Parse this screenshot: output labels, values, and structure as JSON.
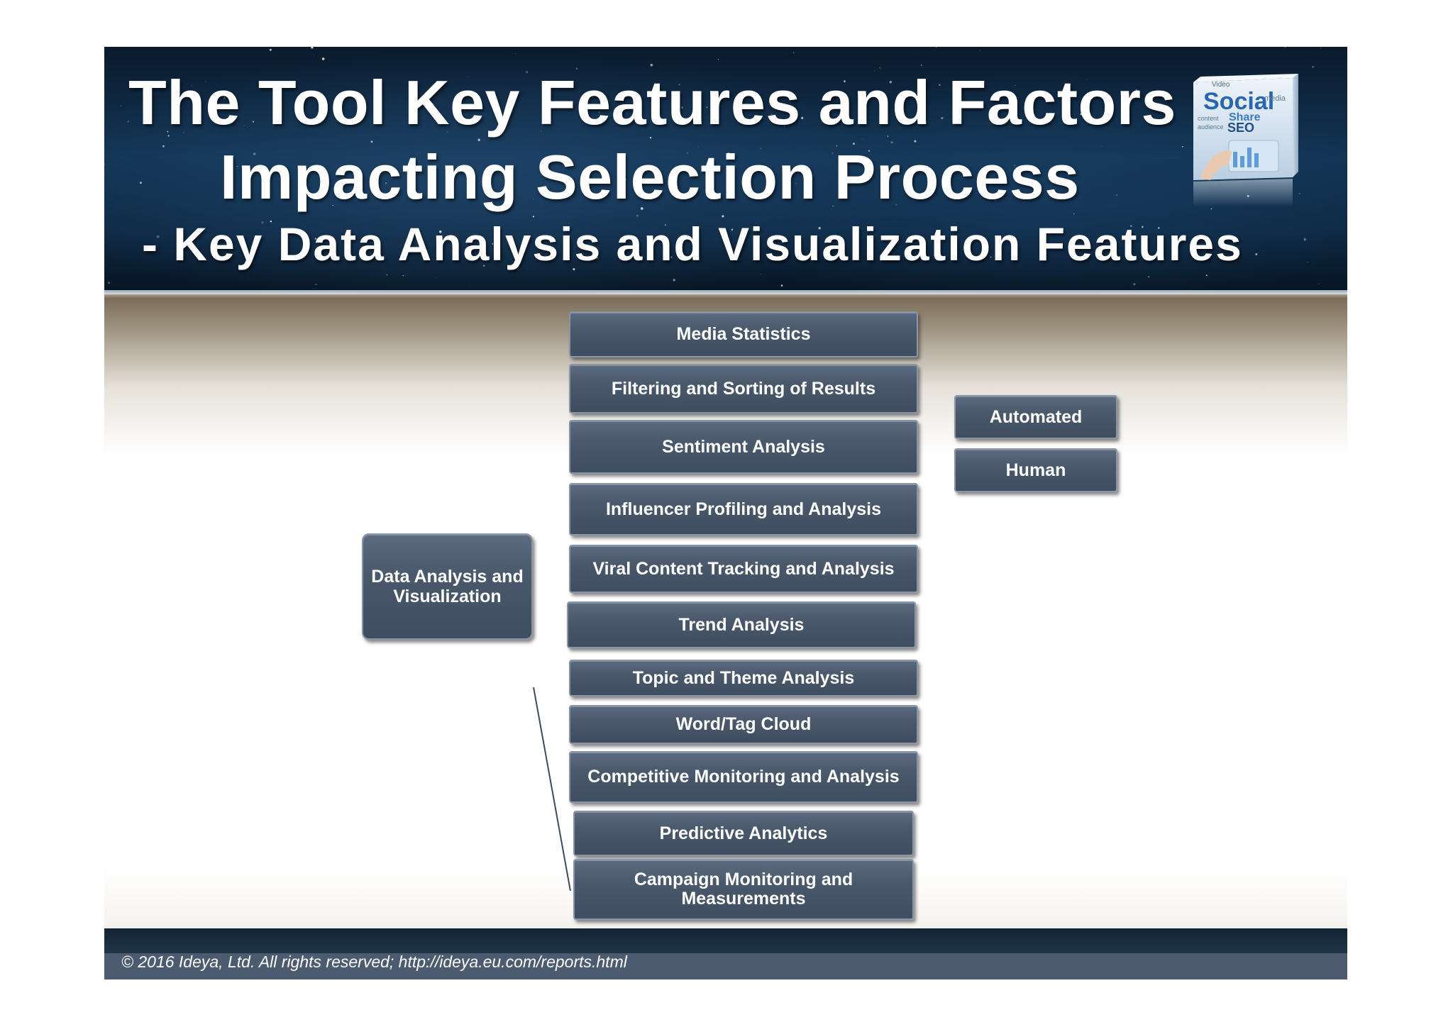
{
  "header": {
    "title_line1": "The Tool Key Features and Factors",
    "title_line2": "Impacting Selection Process",
    "subtitle": "- Key Data Analysis and Visualization Features"
  },
  "diagram": {
    "root": "Data Analysis and Visualization",
    "features": [
      "Media Statistics",
      "Filtering and Sorting of Results",
      "Sentiment Analysis",
      "Influencer Profiling and Analysis",
      "Viral Content Tracking and Analysis",
      "Trend Analysis",
      "Topic and Theme Analysis",
      "Word/Tag Cloud",
      "Competitive Monitoring and Analysis",
      "Predictive Analytics",
      "Campaign Monitoring and Measurements"
    ],
    "sentiment_options": [
      "Automated",
      "Human"
    ]
  },
  "footer": {
    "copyright": "© 2016 Ideya, Ltd. All rights reserved;  http://ideya.eu.com/reports.html"
  },
  "logo": {
    "icon": "social-media-cube-icon",
    "words": [
      "Social",
      "Share",
      "SEO",
      "Video",
      "content",
      "audience",
      "media"
    ]
  },
  "colors": {
    "box_fill": "#4a586c",
    "header_bg": "#123555",
    "footer_strip": "#4d5b70"
  }
}
